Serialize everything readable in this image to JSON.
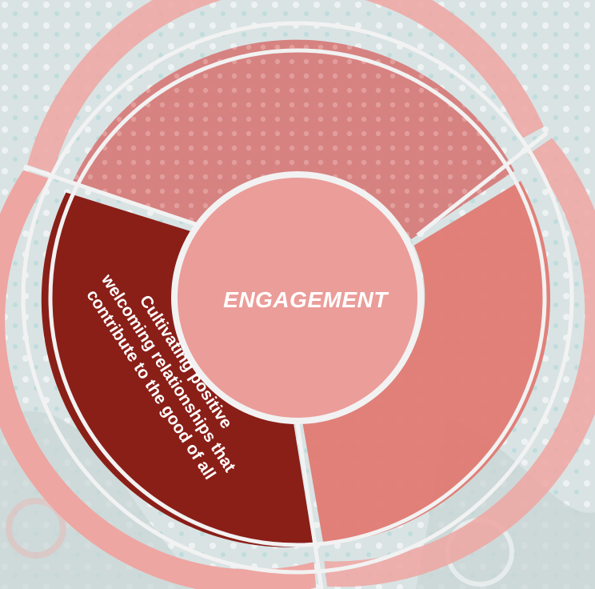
{
  "center": {
    "label": "ENGAGEMENT"
  },
  "segments": [
    {
      "text_lines": [
        "Cultivating positive",
        "welcoming relationships that",
        "contribute to the good of all"
      ],
      "active": true
    },
    {
      "text_lines": [],
      "active": false
    },
    {
      "text_lines": [],
      "active": false
    }
  ],
  "colors": {
    "background": "#d9e3e4",
    "active_segment": "#8a1f18",
    "segment_fill": "#e07a73",
    "outer_ring": "#eea6a2",
    "center_fill": "#eb9d99",
    "divider": "#f2f2f2",
    "text": "#ffffff"
  }
}
